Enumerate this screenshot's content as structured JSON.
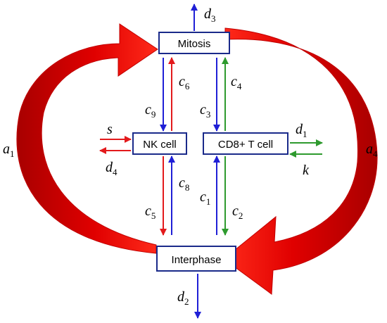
{
  "nodes": {
    "mitosis": "Mitosis",
    "nk_cell": "NK cell",
    "cd8_t_cell": "CD8+ T cell",
    "interphase": "Interphase"
  },
  "labels": {
    "a1": {
      "base": "a",
      "sub": "1"
    },
    "a4": {
      "base": "a",
      "sub": "4"
    },
    "d1": {
      "base": "d",
      "sub": "1"
    },
    "d2": {
      "base": "d",
      "sub": "2"
    },
    "d3": {
      "base": "d",
      "sub": "3"
    },
    "d4": {
      "base": "d",
      "sub": "4"
    },
    "c1": {
      "base": "c",
      "sub": "1"
    },
    "c2": {
      "base": "c",
      "sub": "2"
    },
    "c3": {
      "base": "c",
      "sub": "3"
    },
    "c4": {
      "base": "c",
      "sub": "4"
    },
    "c5": {
      "base": "c",
      "sub": "5"
    },
    "c6": {
      "base": "c",
      "sub": "6"
    },
    "c8": {
      "base": "c",
      "sub": "8"
    },
    "c9": {
      "base": "c",
      "sub": "9"
    },
    "s": "s",
    "k": "k"
  },
  "colors": {
    "red": "#e31a1c",
    "dark_red": "#b00000",
    "blue": "#1f1fd6",
    "green": "#2e9a2e",
    "box_border": "#1a2a8a"
  }
}
